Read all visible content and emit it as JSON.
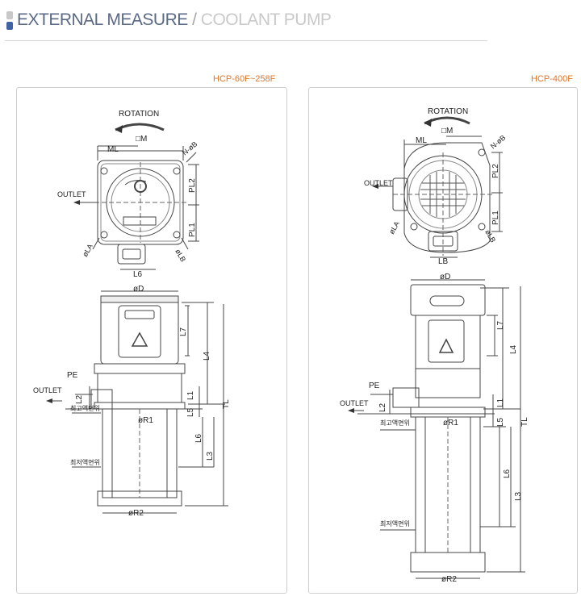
{
  "header": {
    "title_main": "EXTERNAL MEASURE",
    "title_sep": " / ",
    "title_sub": "COOLANT PUMP"
  },
  "panels": [
    {
      "model": "HCP-60F~258F",
      "labels": {
        "rotation": "ROTATION",
        "m": "□M",
        "ml": "ML",
        "nb": "N-øB",
        "outlet_top": "OUTLET",
        "pl1": "PL1",
        "pl2": "PL2",
        "la": "øLA",
        "lb": "øLB",
        "l6_top": "L6",
        "d": "øD",
        "l7": "L7",
        "l4": "L4",
        "pe": "PE",
        "outlet_side": "OUTLET",
        "l2": "L2",
        "l1": "L1",
        "l5": "L5",
        "tl": "TL",
        "max_level": "최고액면위",
        "r1": "øR1",
        "l6": "L6",
        "l3": "L3",
        "min_level": "최저액면위",
        "r2": "øR2"
      }
    },
    {
      "model": "HCP-400F",
      "labels": {
        "rotation": "ROTATION",
        "m": "□M",
        "ml": "ML",
        "nb": "N-øB",
        "outlet_top": "OUTLET",
        "pl1": "PL1",
        "pl2": "PL2",
        "la": "øLA",
        "lb": "øLB",
        "lb_bottom": "LB",
        "d": "øD",
        "l7": "L7",
        "l4": "L4",
        "pe": "PE",
        "outlet_side": "OUTLET",
        "l2": "L2",
        "l1": "L1",
        "l5": "L5",
        "tl": "TL",
        "max_level": "최고액면위",
        "r1": "øR1",
        "l6": "L6",
        "l3": "L3",
        "min_level": "최저액면위",
        "r2": "øR2"
      }
    }
  ]
}
